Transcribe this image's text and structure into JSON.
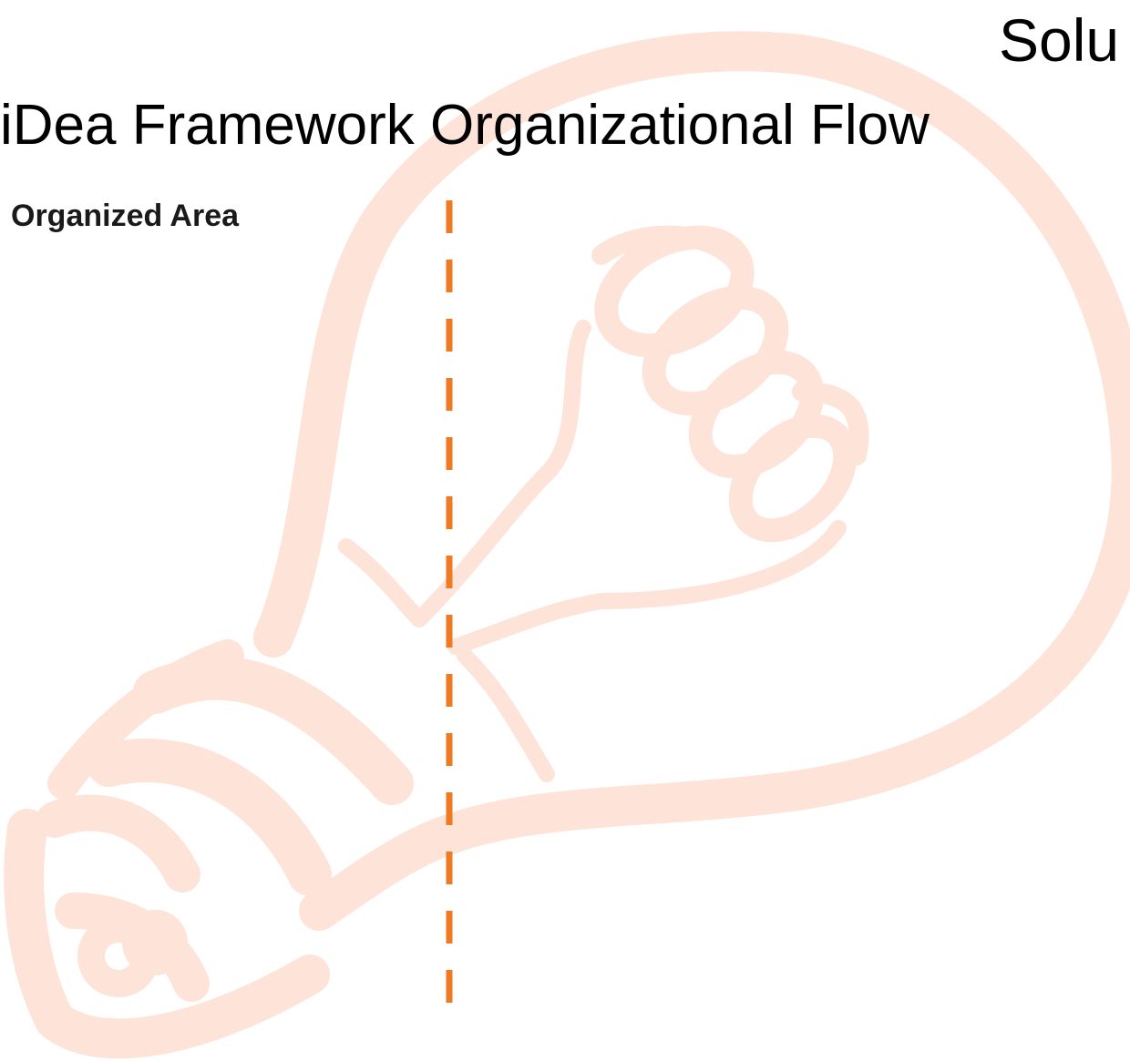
{
  "corner_title": "Solu",
  "title": "iDea Framework Organizational Flow",
  "area_label": "Organized Area",
  "colors": {
    "divider": "#f07a22",
    "bulb": "#fde3d8",
    "text": "#000000"
  },
  "icons": {
    "background": "lightbulb-icon"
  }
}
